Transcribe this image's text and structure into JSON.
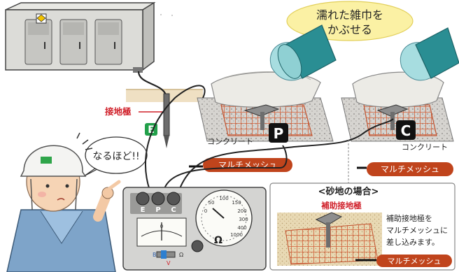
{
  "callout_wet_cloth": {
    "line1": "濡れた雑巾を",
    "line2": "かぶせる"
  },
  "speech_bubble": "なるほど!!",
  "earth_electrode_label": "接地極",
  "terminal_badges": {
    "E": "E",
    "P": "P",
    "C": "C"
  },
  "concrete_label_left": "コンクリート",
  "concrete_label_right": "コンクリート",
  "mesh_tag_left": "マルチメッシュ",
  "mesh_tag_right": "マルチメッシュ",
  "meter": {
    "terminals": [
      "E",
      "P",
      "C"
    ],
    "dial_ticks": [
      "0",
      "50",
      "100",
      "150",
      "200",
      "300",
      "400",
      "1000"
    ],
    "ohm_symbol": "Ω",
    "scale_zero": "0",
    "switch_b": "B",
    "switch_v": "V",
    "switch_ohm": "Ω"
  },
  "inset": {
    "title": "<砂地の場合>",
    "aux_label": "補助接地極",
    "note_line1": "補助接地極を",
    "note_line2": "マルチメッシュに",
    "note_line3": "差し込みます。",
    "mesh_tag": "マルチメッシュ"
  }
}
